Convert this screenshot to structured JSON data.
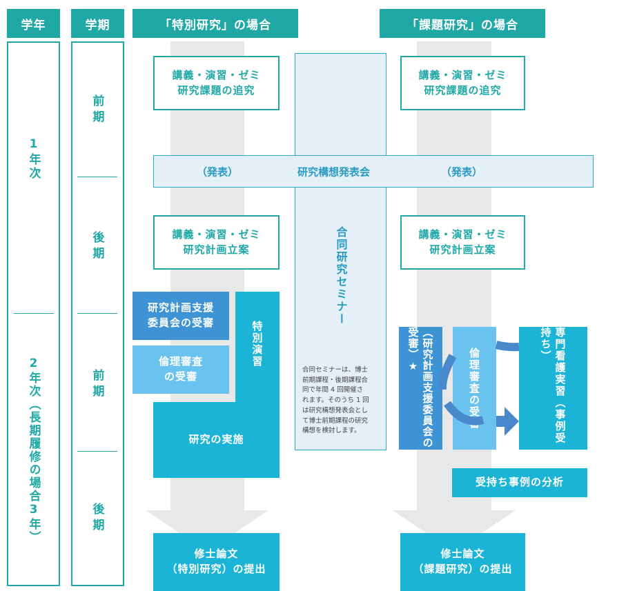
{
  "headers": {
    "year": "学年",
    "term": "学期",
    "special": "「特別研究」の場合",
    "task": "「課題研究」の場合"
  },
  "years": {
    "year1": "1年次",
    "year2": "2年次（長期履修の場合3年）"
  },
  "terms": {
    "y1_first": "前期",
    "y1_second": "後期",
    "y2_first": "前期",
    "y2_second": "後期"
  },
  "special": {
    "box1": "講義・演習・ゼミ\n研究課題の追究",
    "box2": "講義・演習・ゼミ\n研究計画立案",
    "support": "研究計画支援\n委員会の受審",
    "ethics": "倫理審査\nの受審",
    "exercise": "特別演習",
    "implement": "研究の実施",
    "thesis": "修士論文\n（特別研究）の提出"
  },
  "task": {
    "box1": "講義・演習・ゼミ\n研究課題の追究",
    "box2": "講義・演習・ゼミ\n研究計画立案",
    "support": "（研究計画支援委員会の受審）★",
    "ethics": "倫理審査の受審",
    "practicum": "専門看護実習（事例受持ち）",
    "analysis": "受持ち事例の分析",
    "thesis": "修士論文\n（課題研究）の提出"
  },
  "seminar": {
    "title": "合同研究セミナー",
    "note": "合同セミナーは、博士\n前期課程・後期課程合\n同で年間 4 回開催さ\nれます。そのうち 1 回\nは研究構想発表会とし\nて博士前期課程の研究\n構想を検討します。"
  },
  "presentation": {
    "left": "（発表）",
    "center": "研究構想発表会",
    "right": "（発表）"
  },
  "colors": {
    "teal": "#1fa8a6",
    "blue_dark": "#3d93d3",
    "blue_light": "#6ac3ee",
    "cyan": "#1bb4d6",
    "arrow_gray": "#e8e8e8"
  }
}
